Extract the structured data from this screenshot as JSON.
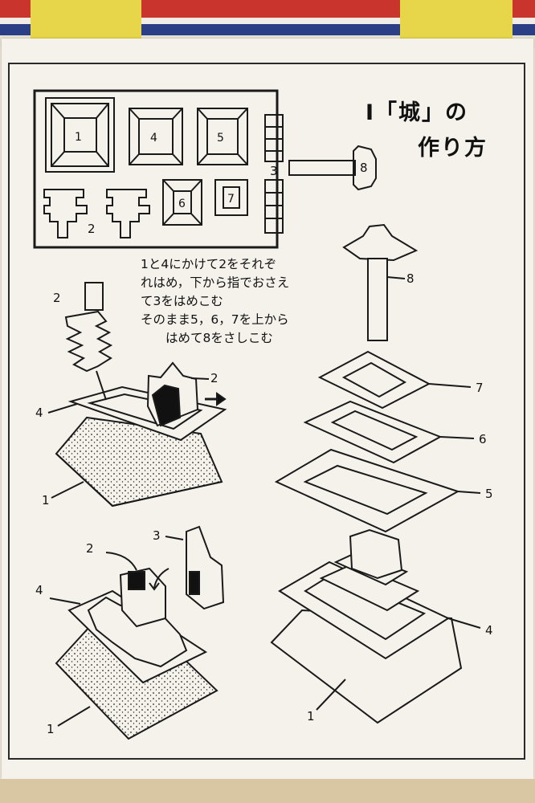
{
  "title": {
    "line1": "Ⅰ「城」の",
    "line2": "作り方"
  },
  "instructions": [
    "1と4にかけて2をそれぞ",
    "れはめ，下から指でおさえ",
    "て3をはめこむ",
    "そのまま5，6，7を上から",
    "　　はめて8をさしこむ"
  ],
  "parts_sheet": {
    "labels": [
      "1",
      "4",
      "5",
      "2",
      "6",
      "7",
      "3",
      "8"
    ]
  },
  "step1": {
    "labels": [
      "2",
      "2",
      "4",
      "1"
    ]
  },
  "step2": {
    "labels": [
      "2",
      "3",
      "4",
      "1"
    ]
  },
  "step3": {
    "labels": [
      "8",
      "7",
      "6",
      "5",
      "4",
      "1"
    ]
  }
}
